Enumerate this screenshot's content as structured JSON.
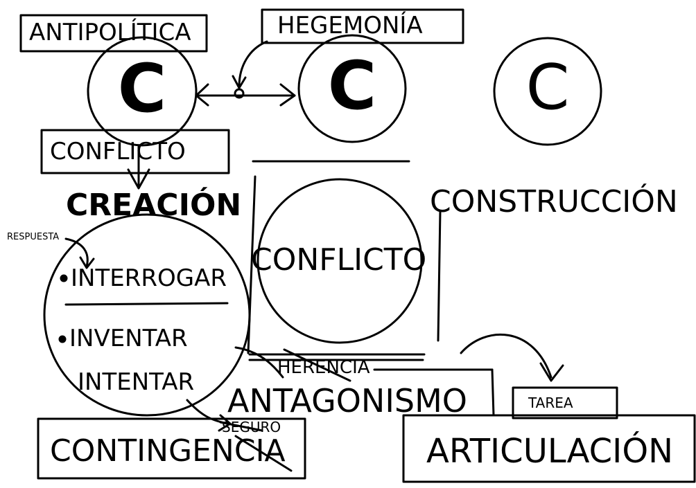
{
  "labels": {
    "antipolitica": "ANTIPOLÍTICA",
    "hegemonia": "HEGEMONÍA",
    "conflicto_small": "CONFLICTO",
    "creacion": "CREACIÓN",
    "construccion": "CONSTRUCCIÓN",
    "respuesta": "RESPUESTA",
    "interrogar": "INTERROGAR",
    "inventar": "INVENTAR",
    "intentar": "INTENTAR",
    "conflicto_big": "CONFLICTO",
    "herencia": "HERENCIA",
    "antagonismo": "ANTAGONISMO",
    "tarea": "TAREA",
    "seguro": "SEGURO",
    "contingencia": "CONTINGENCIA",
    "articulacion": "ARTICULACIÓN"
  },
  "c_symbols": [
    "C",
    "C",
    "C"
  ],
  "ink_color": "#000000",
  "background": "#ffffff"
}
